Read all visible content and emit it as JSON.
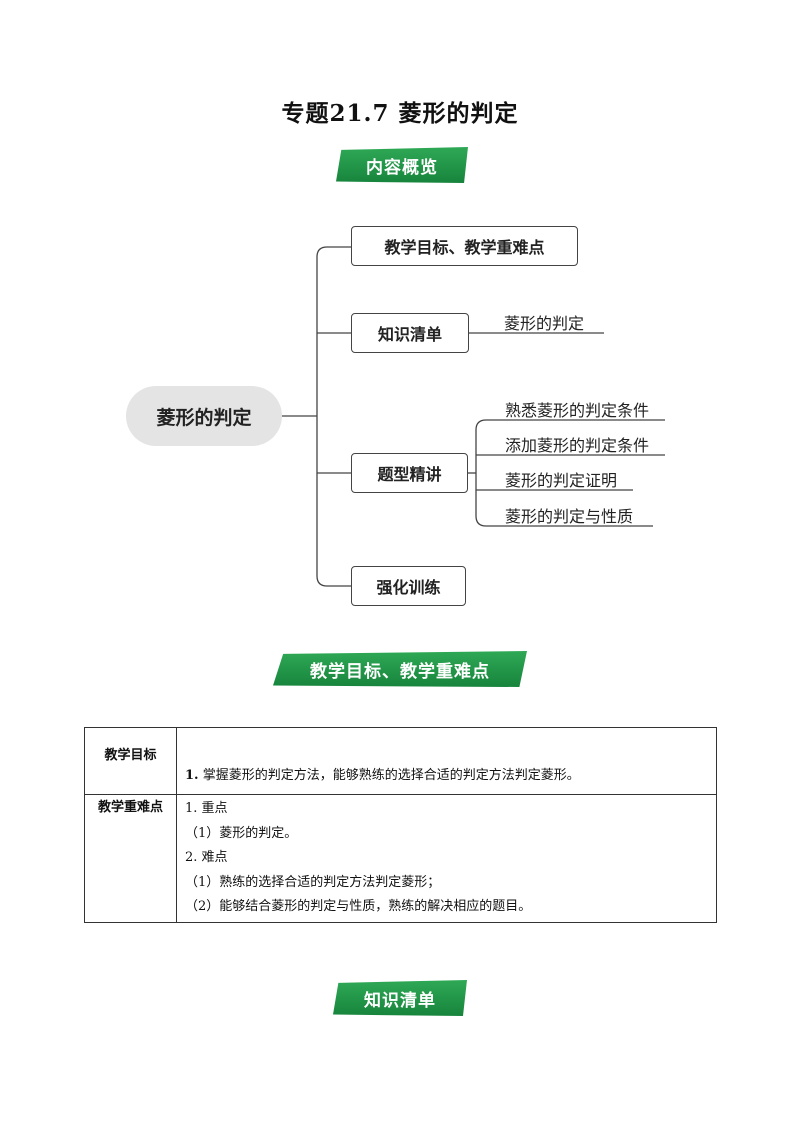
{
  "page_title": "专题21.7    菱形的判定",
  "banners": {
    "overview": "内容概览",
    "goals": "教学目标、教学重难点",
    "knowledge": "知识清单"
  },
  "mindmap": {
    "root": "菱形的判定",
    "branches": [
      {
        "label": "教学目标、教学重难点"
      },
      {
        "label": "知识清单",
        "leaves": [
          "菱形的判定"
        ]
      },
      {
        "label": "题型精讲",
        "leaves": [
          "熟悉菱形的判定条件",
          "添加菱形的判定条件",
          "菱形的判定证明",
          "菱形的判定与性质"
        ]
      },
      {
        "label": "强化训练"
      }
    ]
  },
  "goals_table": {
    "row1": {
      "label": "教学目标",
      "number": "1.",
      "text": "掌握菱形的判定方法，能够熟练的选择合适的判定方法判定菱形。"
    },
    "row2": {
      "label": "教学重难点",
      "lines": [
        "1. 重点",
        "（1）菱形的判定。",
        "2. 难点",
        "（1）熟练的选择合适的判定方法判定菱形；",
        "（2）能够结合菱形的判定与性质，熟练的解决相应的题目。"
      ]
    }
  }
}
